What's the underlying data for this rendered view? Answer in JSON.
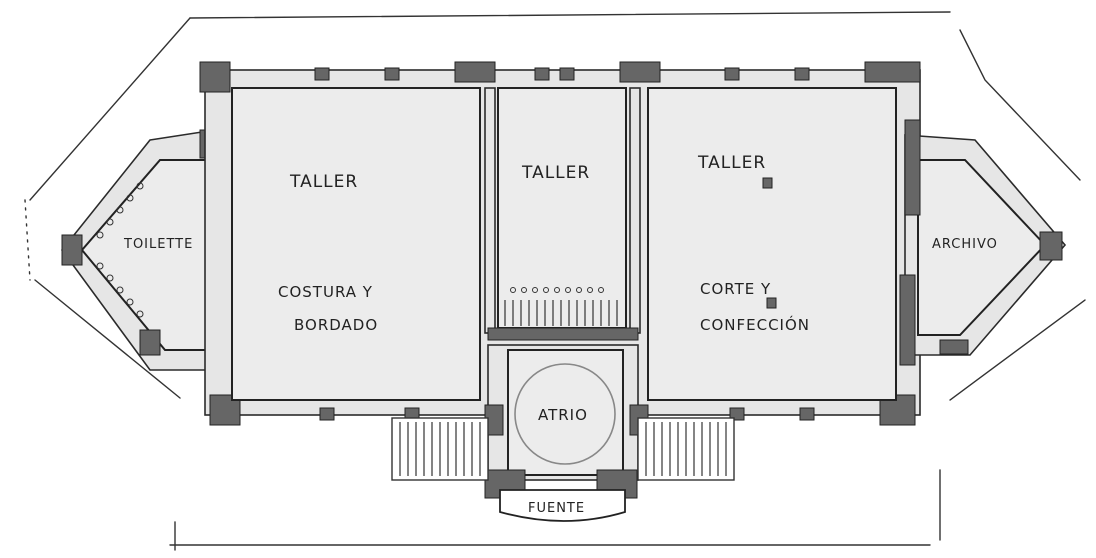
{
  "rooms": {
    "taller_left": {
      "title": "TALLER",
      "sub1": "COSTURA  Y",
      "sub2": "BORDADO"
    },
    "taller_center": {
      "title": "TALLER"
    },
    "taller_right": {
      "title": "TALLER",
      "sub1": "CORTE  Y",
      "sub2": "CONFECCIÓN"
    },
    "toilette": "TOILETTE",
    "archivo": "ARCHIVO",
    "atrio": "ATRIO",
    "fuente": "FUENTE"
  },
  "colors": {
    "paper": "#ffffff",
    "fill": "#ececec",
    "ink": "#222222"
  }
}
